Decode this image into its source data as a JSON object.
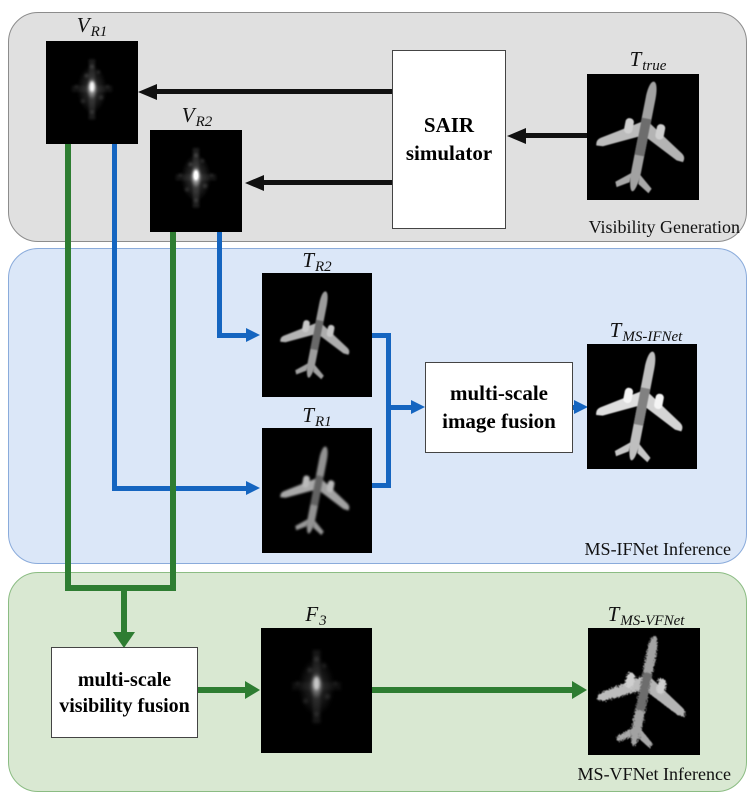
{
  "panels": {
    "visibility": {
      "label": "Visibility Generation"
    },
    "ifnet": {
      "label": "MS-IFNet Inference"
    },
    "vfnet": {
      "label": "MS-VFNet Inference"
    }
  },
  "nodes": {
    "v_r1": {
      "base": "V",
      "sub": "R1"
    },
    "v_r2": {
      "base": "V",
      "sub": "R2"
    },
    "t_true": {
      "base": "T",
      "sub": "true"
    },
    "t_r2": {
      "base": "T",
      "sub": "R2"
    },
    "t_r1": {
      "base": "T",
      "sub": "R1"
    },
    "t_ms_ifnet": {
      "base": "T",
      "sub": "MS-IFNet"
    },
    "f_3": {
      "base": "F",
      "sub": "3"
    },
    "t_ms_vfnet": {
      "base": "T",
      "sub": "MS-VFNet"
    }
  },
  "boxes": {
    "sair": {
      "line1": "SAIR",
      "line2": "simulator"
    },
    "image_fusion": {
      "line1": "multi-scale",
      "line2": "image fusion"
    },
    "visibility_fusion": {
      "line1": "multi-scale",
      "line2": "visibility fusion"
    }
  },
  "colors": {
    "panel_gray_fill": "#e0e0e0",
    "panel_gray_border": "#8c8c8c",
    "panel_blue_fill": "#dbe7f8",
    "panel_blue_border": "#8aabdb",
    "panel_green_fill": "#d9e8d2",
    "panel_green_border": "#8bbc83",
    "arrow_black": "#111111",
    "arrow_blue": "#1565c0",
    "arrow_green": "#2e7d32",
    "image_background": "#000000"
  }
}
